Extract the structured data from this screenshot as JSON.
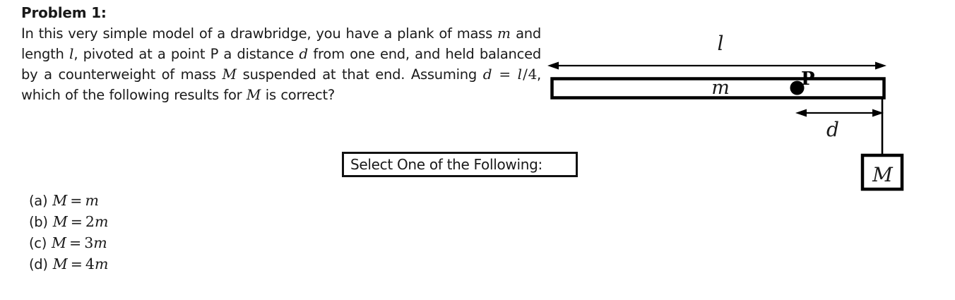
{
  "problem": {
    "title": "Problem 1:",
    "body_segments": [
      {
        "t": "text",
        "v": "In this very simple model of a drawbridge, you have a plank of mass "
      },
      {
        "t": "math",
        "v": "m"
      },
      {
        "t": "text",
        "v": " and length "
      },
      {
        "t": "math",
        "v": "l"
      },
      {
        "t": "text",
        "v": ", pivoted at a point P a distance "
      },
      {
        "t": "math",
        "v": "d"
      },
      {
        "t": "text",
        "v": " from one end, and held balanced by a counterweight of mass "
      },
      {
        "t": "math",
        "v": "M"
      },
      {
        "t": "text",
        "v": " suspended at that end. Assuming "
      },
      {
        "t": "math",
        "v": "d"
      },
      {
        "t": "op",
        "v": " = "
      },
      {
        "t": "math",
        "v": "l"
      },
      {
        "t": "op",
        "v": "/"
      },
      {
        "t": "mathup",
        "v": "4"
      },
      {
        "t": "text",
        "v": ", which of the following results for "
      },
      {
        "t": "math",
        "v": "M"
      },
      {
        "t": "text",
        "v": " is correct?"
      }
    ],
    "body_plain": "In this very simple model of a drawbridge, you have a plank of mass m and length l, pivoted at a point P a distance d from one end, and held balanced by a counterweight of mass M suspended at that end. Assuming d = l/4, which of the following results for M is correct?"
  },
  "select_prompt": {
    "label": "Select One of the Following:"
  },
  "choices": [
    {
      "tag": "(a)",
      "lhs": "M",
      "rel": "=",
      "coef": "",
      "rhs": "m",
      "full": "M = m"
    },
    {
      "tag": "(b)",
      "lhs": "M",
      "rel": "=",
      "coef": "2",
      "rhs": "m",
      "full": "M = 2m"
    },
    {
      "tag": "(c)",
      "lhs": "M",
      "rel": "=",
      "coef": "3",
      "rhs": "m",
      "full": "M = 3m"
    },
    {
      "tag": "(d)",
      "lhs": "M",
      "rel": "=",
      "coef": "4",
      "rhs": "m",
      "full": "M = 4m"
    }
  ],
  "diagram": {
    "length_label": "l",
    "plank_mass_label": "m",
    "pivot_label": "P",
    "distance_label": "d",
    "counterweight_label": "M",
    "stroke_color": "#000000",
    "fill_color": "#ffffff"
  }
}
